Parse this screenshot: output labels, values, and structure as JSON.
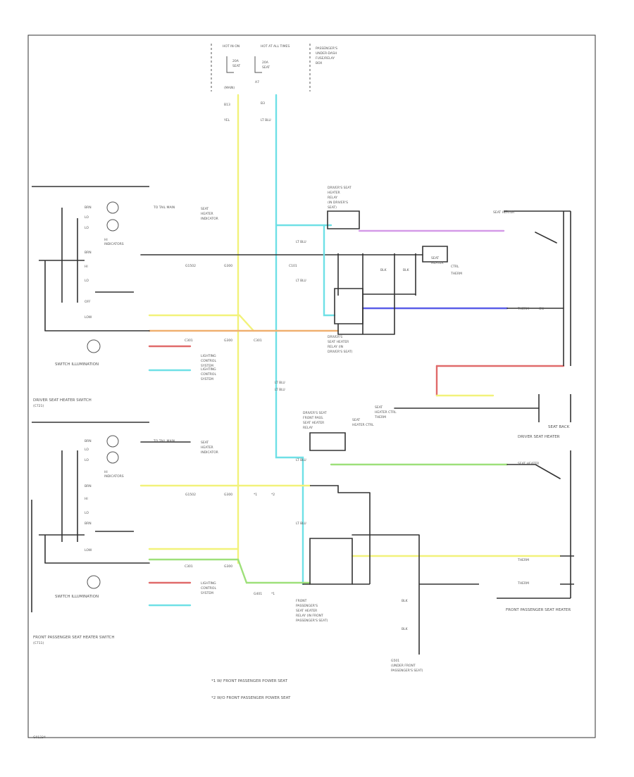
{
  "colors": {
    "yellow": "#f2f27a",
    "cyan": "#6fe0e6",
    "orange": "#f0b070",
    "pink": "#e06a6a",
    "green": "#9ee07a",
    "violet": "#d49ae8",
    "blue": "#5a5ee8",
    "black": "#333333"
  },
  "labels": {
    "driver_switch": "DRIVER SEAT HEATER SWITCH",
    "passenger_switch": "FRONT PASSENGER SEAT HEATER SWITCH",
    "switch_illumination_1": "SWITCH ILLUMINATION",
    "switch_illumination_2": "SWITCH ILLUMINATION",
    "driver_seat_heater": "DRIVER SEAT HEATER",
    "passenger_seat_heater": "FRONT PASSENGER SEAT HEATER",
    "seat_back": "SEAT BACK",
    "note_1": "*1  W/ FRONT PASSENGER POWER SEAT",
    "note_2": "*2  W/O FRONT PASSENGER POWER SEAT",
    "footer": "G01234"
  }
}
